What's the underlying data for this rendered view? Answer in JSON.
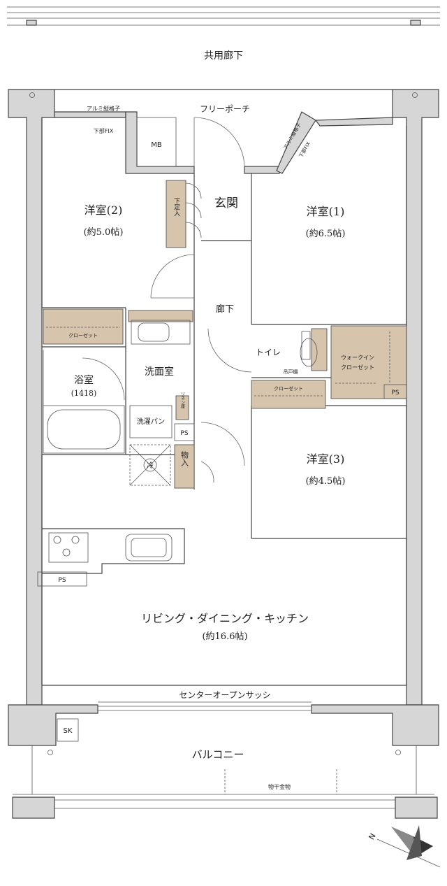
{
  "labels": {
    "corridor": "共用廊下",
    "free_porch": "フリーポーチ",
    "aluminum_lattice_left": "アルミ縦格子",
    "lower_fix_left": "下部FIX",
    "aluminum_lattice_right": "アルミ縦格子",
    "lower_fix_right": "下部FIX",
    "mb": "MB",
    "entrance": "玄関",
    "shoe_storage": "下足入",
    "western_room_2": "洋室(2)",
    "western_room_2_size": "(約5.0帖)",
    "western_room_1": "洋室(1)",
    "western_room_1_size": "(約6.5帖)",
    "hallway": "廊下",
    "closet_room2": "クローゼット",
    "toilet": "トイレ",
    "hanging_shelf": "吊戸棚",
    "walk_in_closet_1": "ウォークイン",
    "walk_in_closet_2": "クローゼット",
    "bathroom": "浴室",
    "bathroom_size": "(1418)",
    "washroom": "洗面室",
    "linen": "リネン庫",
    "washing_pan": "洗濯パン",
    "ps_1": "PS",
    "ps_2": "PS",
    "ps_3": "PS",
    "closet_room3": "クローゼット",
    "storage": "物入",
    "fridge": "冷",
    "western_room_3": "洋室(3)",
    "western_room_3_size": "(約4.5帖)",
    "ldk": "リビング・ダイニング・キッチン",
    "ldk_size": "(約16.6帖)",
    "center_open_sash": "センターオープンサッシ",
    "sk": "SK",
    "balcony": "バルコニー",
    "drying_rack": "物干金物",
    "north": "N"
  },
  "colors": {
    "wall": "#d6d6d6",
    "storage": "#d6c4ac",
    "line": "#444444"
  }
}
